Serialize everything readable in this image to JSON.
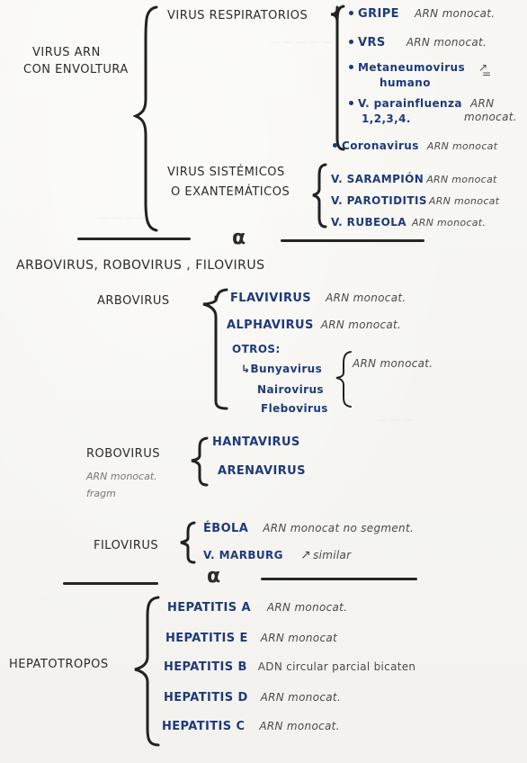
{
  "sec1": {
    "main": [
      "VIRUS ARN",
      "CON ENVOLTURA"
    ],
    "resp_label": "VIRUS RESPIRATORIOS",
    "resp_items": [
      {
        "name": "GRIPE",
        "note": "ARN monocat."
      },
      {
        "name": "VRS",
        "note": "ARN monocat."
      },
      {
        "name": "Metaneumovirus",
        "name2": "humano",
        "arrow": "↗",
        "eq": "="
      },
      {
        "name": "V. parainfluenza",
        "name2": "1,2,3,4.",
        "note": "ARN",
        "note2": "monocat."
      },
      {
        "name": "Coronavirus",
        "note": "ARN monocat"
      }
    ],
    "sys_label": [
      "VIRUS SISTÉMICOS",
      "O EXANTEMÁTICOS"
    ],
    "sys_items": [
      {
        "name": "V. SARAMPIÓN",
        "note": "ARN monocat"
      },
      {
        "name": "V. PAROTIDITIS",
        "note": "ARN monocat"
      },
      {
        "name": "V. RUBEOLA",
        "note": "ARN monocat."
      }
    ]
  },
  "sep1": "α",
  "sec2": {
    "heading": "ARBOVIRUS, ROBOVIRUS , FILOVIRUS",
    "arbo_label": "ARBOVIRUS",
    "arbo_items": [
      {
        "name": "FLAVIVIRUS",
        "note": "ARN monocat."
      },
      {
        "name": "ALPHAVIRUS",
        "note": "ARN monocat."
      }
    ],
    "otros_label": "OTROS:",
    "otros_items": [
      "↳Bunyavirus",
      "Nairovirus",
      "Flebovirus"
    ],
    "otros_note": "ARN monocat.",
    "robo_label": "ROBOVIRUS",
    "robo_note": [
      "ARN monocat.",
      "fragm"
    ],
    "robo_items": [
      "HANTAVIRUS",
      "ARENAVIRUS"
    ],
    "filo_label": "FILOVIRUS",
    "filo_items": [
      {
        "name": "ÉBOLA",
        "note": "ARN monocat no segment."
      },
      {
        "name": "V. MARBURG",
        "arrow": "↗",
        "note": "similar"
      }
    ]
  },
  "sep2": "α",
  "sec3": {
    "label": "HEPATOTROPOS",
    "items": [
      {
        "name": "HEPATITIS A",
        "note": "ARN monocat."
      },
      {
        "name": "HEPATITIS E",
        "note": "ARN monocat"
      },
      {
        "name": "HEPATITIS B",
        "note": "ADN circular parcial bicaten"
      },
      {
        "name": "HEPATITIS D",
        "note": "ARN monocat."
      },
      {
        "name": "HEPATITIS C",
        "note": "ARN monocat."
      }
    ]
  }
}
